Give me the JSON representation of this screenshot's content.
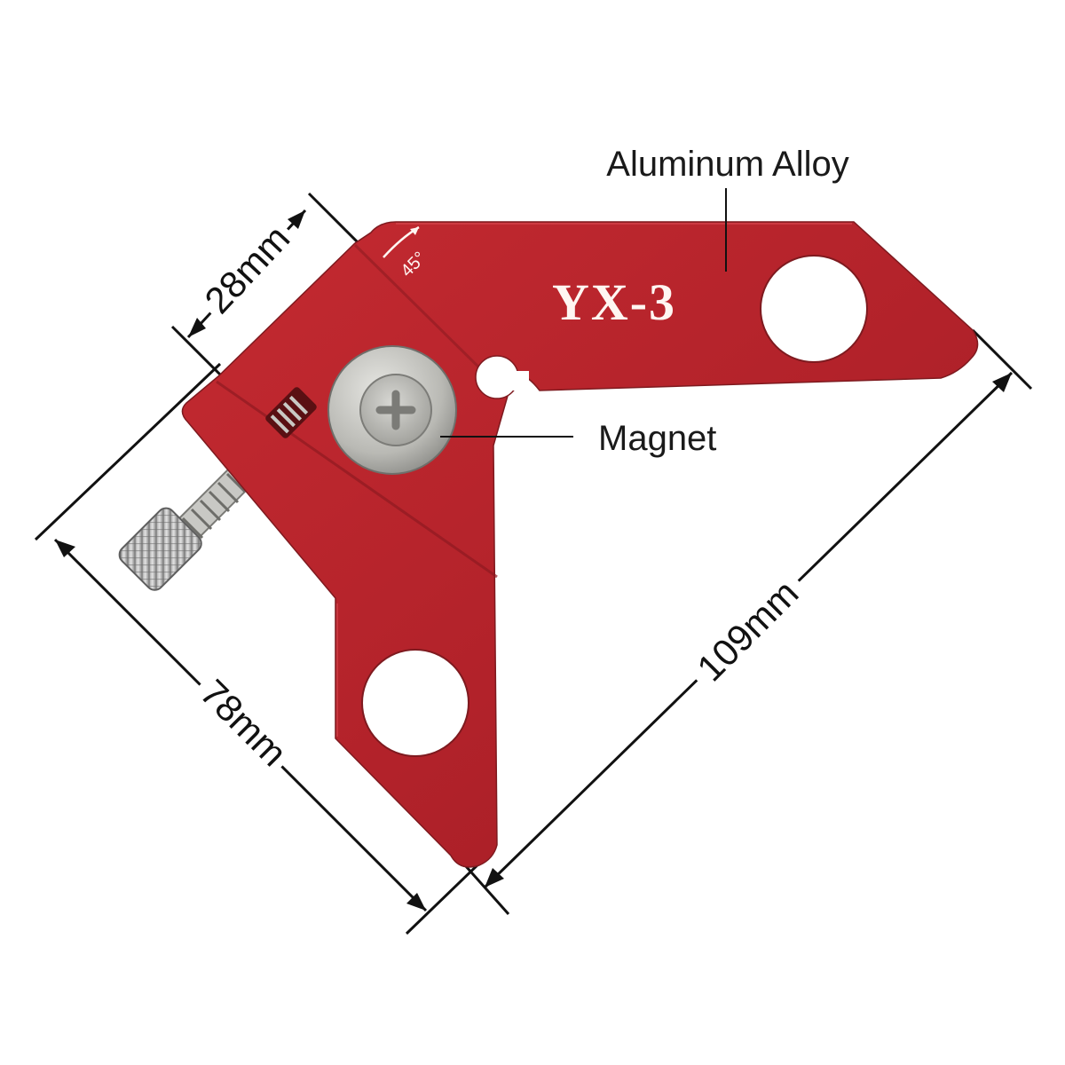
{
  "product": {
    "model_label": "YX-3",
    "angle_mark": "45°",
    "body_color": "#b5242c",
    "callouts": {
      "material": "Aluminum Alloy",
      "magnet": "Magnet"
    },
    "dimensions": {
      "width": "28mm",
      "short_leg": "78mm",
      "long_leg": "109mm"
    }
  }
}
